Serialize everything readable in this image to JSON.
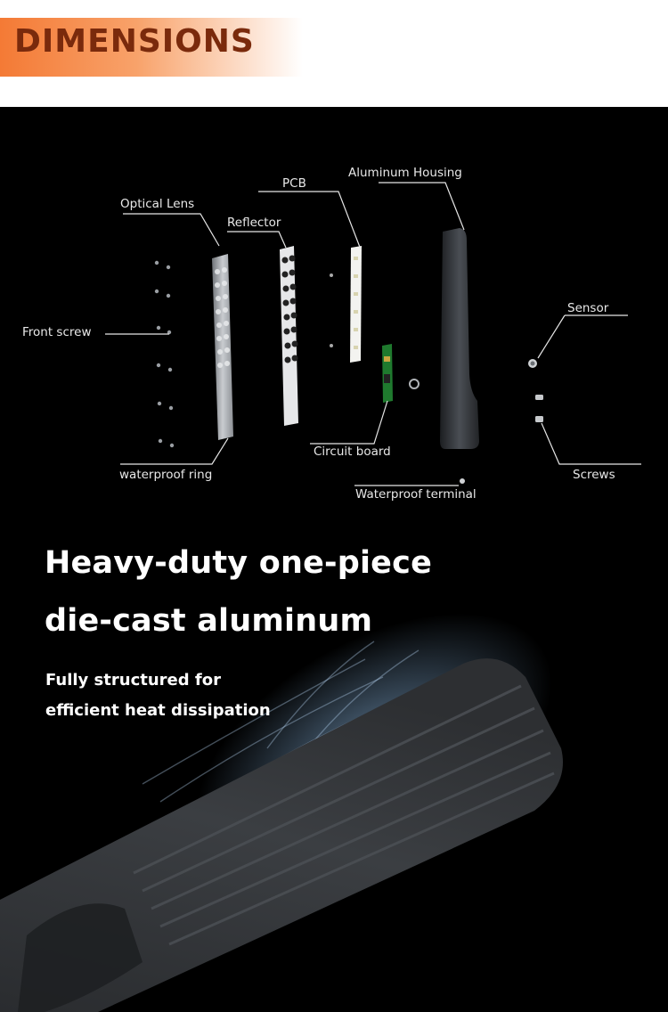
{
  "header": {
    "title": "DIMENSIONS",
    "accent_color": "#f47a35"
  },
  "exploded_view": {
    "labels": {
      "optical_lens": "Optical Lens",
      "reflector": "Reflector",
      "pcb": "PCB",
      "aluminum_housing": "Aluminum Housing",
      "sensor": "Sensor",
      "front_screw": "Front screw",
      "circuit_board": "Circuit board",
      "waterproof_ring": "waterproof ring",
      "screws": "Screws",
      "waterproof_terminal": "Waterproof terminal"
    }
  },
  "feature": {
    "headline_line1": "Heavy-duty one-piece",
    "headline_line2": "die-cast aluminum",
    "subline_line1": "Fully structured for",
    "subline_line2": "efficient heat dissipation"
  },
  "icons": [
    "lamp-housing-icon",
    "heat-flow-icon"
  ]
}
